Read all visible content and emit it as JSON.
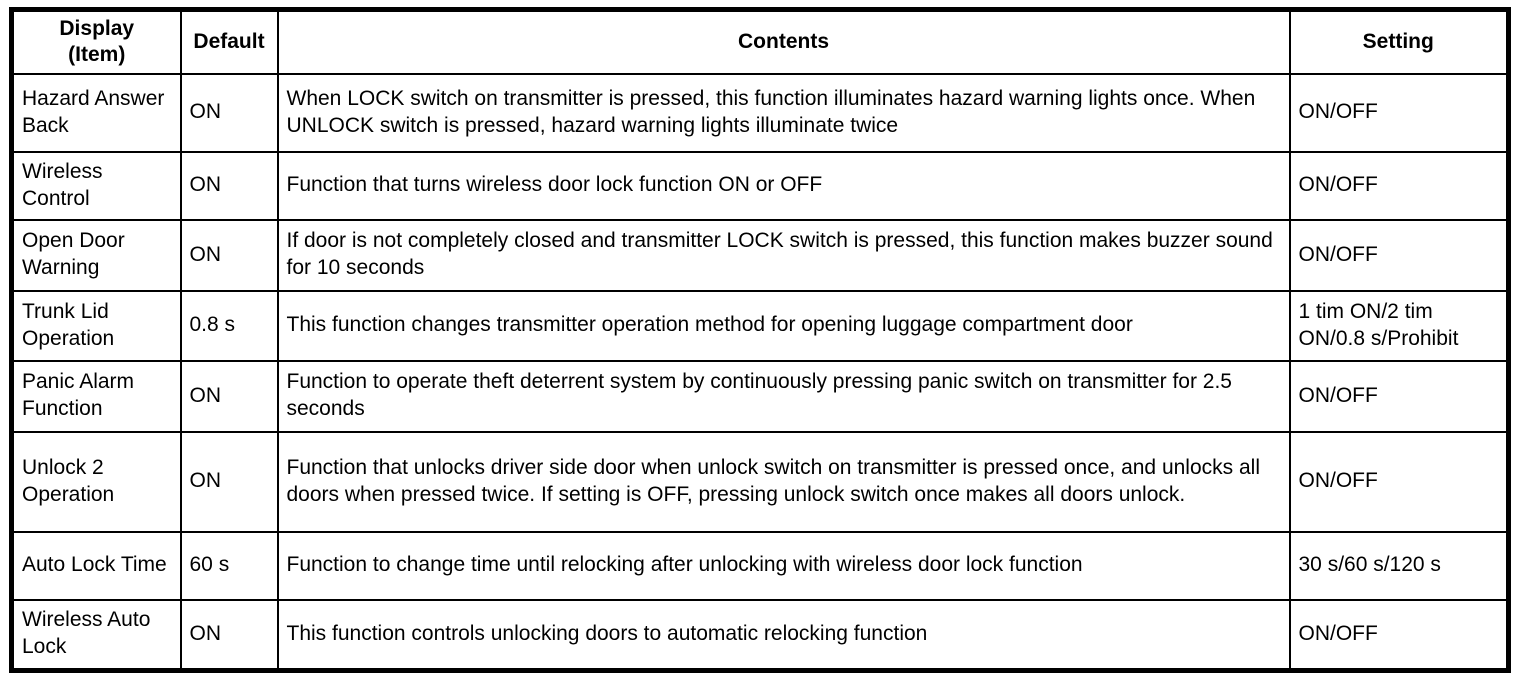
{
  "table": {
    "headers": {
      "item": "Display\n(Item)",
      "default": "Default",
      "contents": "Contents",
      "setting": "Setting"
    },
    "rows": [
      {
        "item": "Hazard Answer Back",
        "default": "ON",
        "contents": "When LOCK switch on transmitter is pressed, this function illuminates hazard warning lights once. When UNLOCK switch is pressed, hazard warning lights illuminate twice",
        "setting": "ON/OFF"
      },
      {
        "item": "Wireless Control",
        "default": "ON",
        "contents": "Function that turns wireless door lock function ON or OFF",
        "setting": "ON/OFF"
      },
      {
        "item": "Open Door Warning",
        "default": "ON",
        "contents": "If door is not completely closed and transmitter LOCK switch is pressed, this function makes buzzer sound for 10 seconds",
        "setting": "ON/OFF"
      },
      {
        "item": "Trunk Lid Operation",
        "default": "0.8 s",
        "contents": "This function changes transmitter operation method for opening luggage compartment door",
        "setting": "1 tim ON/2 tim ON/0.8 s/Prohibit"
      },
      {
        "item": "Panic Alarm Function",
        "default": "ON",
        "contents": "Function to operate theft deterrent system by continuously pressing panic switch on transmitter for 2.5 seconds",
        "setting": "ON/OFF"
      },
      {
        "item": "Unlock 2 Operation",
        "default": "ON",
        "contents": "Function that unlocks driver side door when unlock switch on transmitter is pressed once, and unlocks all doors when pressed twice. If setting is OFF, pressing unlock switch once makes all doors unlock.",
        "setting": "ON/OFF"
      },
      {
        "item": "Auto Lock Time",
        "default": "60 s",
        "contents": "Function to change time until relocking after unlocking with wireless door lock function",
        "setting": "30 s/60 s/120 s"
      },
      {
        "item": "Wireless Auto Lock",
        "default": "ON",
        "contents": "This function controls unlocking doors to automatic relocking function",
        "setting": "ON/OFF"
      }
    ]
  }
}
